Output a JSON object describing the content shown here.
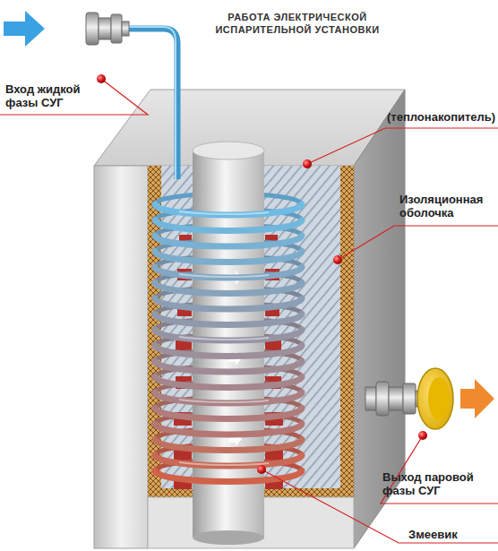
{
  "diagram": {
    "title": "РАБОТА ЭЛЕКТРИЧЕСКОЙ ИСПАРИТЕЛЬНОЙ УСТАНОВКИ",
    "labels": [
      "Вход жидкой фазы СУГ",
      "(теплонакопитель)",
      "Изоляционная оболочка",
      "Выход паровой фазы СУГ",
      "Змеевик"
    ]
  }
}
